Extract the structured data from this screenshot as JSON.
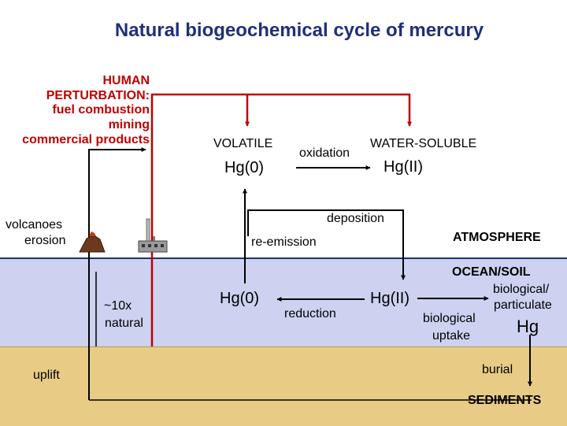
{
  "title": "Natural biogeochemical cycle of mercury",
  "human_perturbation": {
    "heading": "HUMAN",
    "lines": [
      "PERTURBATION:",
      "fuel combustion",
      "mining",
      "commercial products"
    ]
  },
  "labels": {
    "volatile": "VOLATILE",
    "hg0_atm": "Hg(0)",
    "oxidation": "oxidation",
    "water_soluble": "WATER-SOLUBLE",
    "hg2_atm": "Hg(II)",
    "volcanoes": "volcanoes",
    "erosion": "erosion",
    "deposition": "deposition",
    "re_emission": "re-emission",
    "atmosphere": "ATMOSPHERE",
    "ocean_soil": "OCEAN/SOIL",
    "x10": "~10x",
    "natural": "natural",
    "hg0_ocean": "Hg(0)",
    "reduction": "reduction",
    "hg2_ocean": "Hg(II)",
    "biological_particulate_1": "biological/",
    "biological_particulate_2": "particulate",
    "hg_particulate": "Hg",
    "biological": "biological",
    "uptake": "uptake",
    "uplift": "uplift",
    "burial": "burial",
    "sediments": "SEDIMENTS"
  },
  "colors": {
    "title": "#1f2f7a",
    "human": "#c00000",
    "arrow_black": "#000000",
    "ocean": "#ccd2f0",
    "sediment": "#e8cc86"
  },
  "icons": [
    "volcano-icon",
    "factory-icon"
  ]
}
